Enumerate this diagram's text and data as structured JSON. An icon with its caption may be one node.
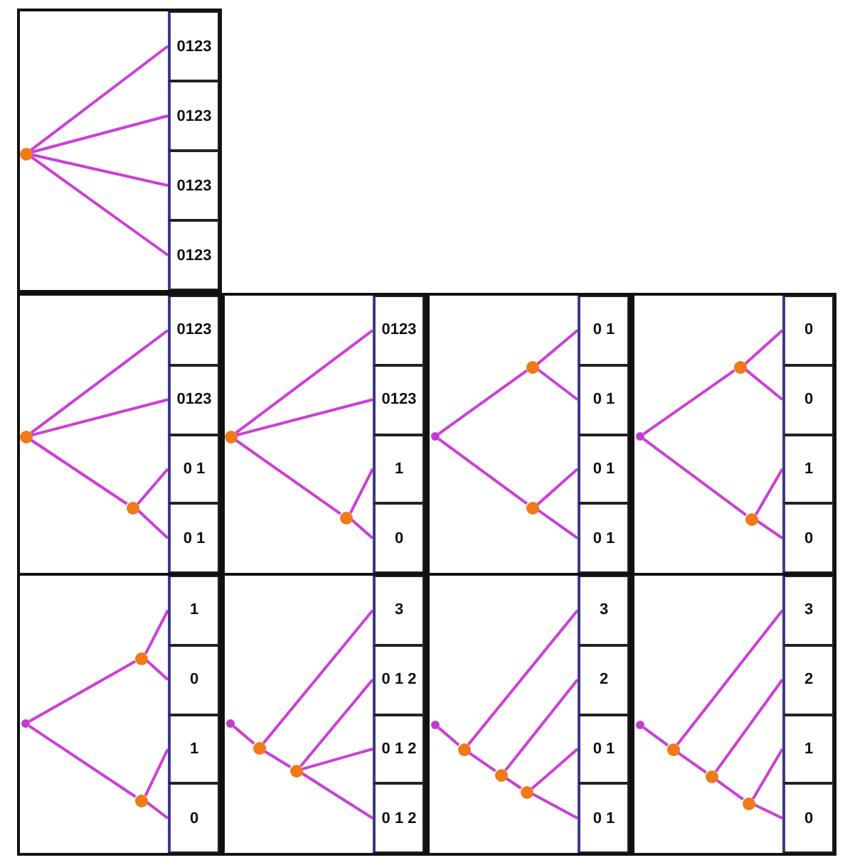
{
  "diagram": {
    "nodes": [
      {
        "text": [],
        "shape": "box"
      },
      {
        "text": [],
        "shape": "circle",
        "in": 0
      },
      {
        "text": [
          "0123"
        ],
        "in": 0
      },
      {
        "text": [
          "0123"
        ],
        "in": 0
      },
      {
        "text": [
          "0123"
        ],
        "in": 0
      },
      {
        "text": [
          "0123"
        ],
        "in": 0
      },
      {
        "text": [],
        "shape": "box"
      },
      {
        "text": [],
        "shape": "circle",
        "in": 6
      },
      {
        "text": [],
        "shape": "circle",
        "in": 6
      },
      {
        "text": [
          "0123"
        ],
        "in": 6
      },
      {
        "text": [
          "0123"
        ],
        "in": 6
      },
      {
        "text": [
          "0 1"
        ],
        "in": 6
      },
      {
        "text": [
          "0 1"
        ],
        "in": 6
      },
      {
        "text": [],
        "shape": "box"
      },
      {
        "text": [],
        "shape": "circle",
        "in": 13
      },
      {
        "text": [],
        "shape": "circle",
        "in": 13
      },
      {
        "text": [
          "0123"
        ],
        "in": 13
      },
      {
        "text": [
          "0123"
        ],
        "in": 13
      },
      {
        "text": [
          "1"
        ],
        "in": 13
      },
      {
        "text": [
          "0"
        ],
        "in": 13
      },
      {
        "text": [],
        "shape": "box"
      },
      {
        "text": [],
        "shape": "circle",
        "in": 20
      },
      {
        "text": [],
        "shape": "circle",
        "in": 20
      },
      {
        "text": [],
        "shape": "circle",
        "in": 20
      },
      {
        "text": [
          "0 1"
        ],
        "in": 20
      },
      {
        "text": [
          "0 1"
        ],
        "in": 20
      },
      {
        "text": [
          "0 1"
        ],
        "in": 20
      },
      {
        "text": [
          "0 1"
        ],
        "in": 20
      },
      {
        "text": [],
        "shape": "box"
      },
      {
        "text": [],
        "shape": "circle",
        "in": 28
      },
      {
        "text": [],
        "shape": "circle",
        "in": 28
      },
      {
        "text": [],
        "shape": "circle",
        "in": 28
      },
      {
        "text": [
          "0"
        ],
        "in": 28
      },
      {
        "text": [
          "0"
        ],
        "in": 28
      },
      {
        "text": [
          "1"
        ],
        "in": 28
      },
      {
        "text": [
          "0"
        ],
        "in": 28
      },
      {
        "text": [],
        "shape": "box"
      },
      {
        "text": [],
        "shape": "circle",
        "in": 36
      },
      {
        "text": [],
        "shape": "circle",
        "in": 36
      },
      {
        "text": [],
        "shape": "circle",
        "in": 36
      },
      {
        "text": [
          "1"
        ],
        "in": 36
      },
      {
        "text": [
          "0"
        ],
        "in": 36
      },
      {
        "text": [
          "1"
        ],
        "in": 36
      },
      {
        "text": [
          "0"
        ],
        "in": 36
      },
      {
        "text": [],
        "shape": "box"
      },
      {
        "text": [],
        "shape": "circle",
        "in": 44
      },
      {
        "text": [],
        "shape": "circle",
        "in": 44
      },
      {
        "text": [],
        "shape": "circle",
        "in": 44
      },
      {
        "text": [
          "3"
        ],
        "in": 44
      },
      {
        "text": [
          "0 1 2"
        ],
        "in": 44
      },
      {
        "text": [
          "0 1 2"
        ],
        "in": 44
      },
      {
        "text": [
          "0 1 2"
        ],
        "in": 44
      },
      {
        "text": [],
        "shape": "box"
      },
      {
        "text": [],
        "shape": "circle",
        "in": 52
      },
      {
        "text": [],
        "shape": "circle",
        "in": 52
      },
      {
        "text": [],
        "shape": "circle",
        "in": 52
      },
      {
        "text": [],
        "shape": "circle",
        "in": 52
      },
      {
        "text": [
          "3"
        ],
        "in": 52
      },
      {
        "text": [
          "2"
        ],
        "in": 52
      },
      {
        "text": [
          "0 1"
        ],
        "in": 52
      },
      {
        "text": [
          "0 1"
        ],
        "in": 52
      },
      {
        "text": [],
        "shape": "box"
      },
      {
        "text": [],
        "shape": "circle",
        "in": 61
      },
      {
        "text": [],
        "shape": "circle",
        "in": 61
      },
      {
        "text": [],
        "shape": "circle",
        "in": 61
      },
      {
        "text": [],
        "shape": "circle",
        "in": 61
      },
      {
        "text": [
          "3"
        ],
        "in": 61
      },
      {
        "text": [
          "2"
        ],
        "in": 61
      },
      {
        "text": [
          "1"
        ],
        "in": 61
      },
      {
        "text": [
          "0"
        ],
        "in": 61
      }
    ],
    "edges": [
      {
        "from": 1,
        "to": 2,
        "arrow": "none"
      },
      {
        "from": 1,
        "to": 3,
        "arrow": "none"
      },
      {
        "from": 1,
        "to": 4,
        "arrow": "none"
      },
      {
        "from": 1,
        "to": 5,
        "arrow": "none"
      },
      {
        "from": 7,
        "to": 9,
        "arrow": "none"
      },
      {
        "from": 7,
        "to": 10,
        "arrow": "none"
      },
      {
        "from": 7,
        "to": 8,
        "arrow": "none"
      },
      {
        "from": 8,
        "to": 11,
        "arrow": "none"
      },
      {
        "from": 8,
        "to": 12,
        "arrow": "none"
      },
      {
        "from": 14,
        "to": 16,
        "arrow": "none"
      },
      {
        "from": 14,
        "to": 17,
        "arrow": "none"
      },
      {
        "from": 14,
        "to": 15,
        "arrow": "none"
      },
      {
        "from": 15,
        "to": 18,
        "arrow": "none"
      },
      {
        "from": 15,
        "to": 19,
        "arrow": "none"
      },
      {
        "from": 21,
        "to": 22,
        "arrow": "none"
      },
      {
        "from": 21,
        "to": 23,
        "arrow": "none"
      },
      {
        "from": 22,
        "to": 24,
        "arrow": "none"
      },
      {
        "from": 22,
        "to": 25,
        "arrow": "none"
      },
      {
        "from": 23,
        "to": 26,
        "arrow": "none"
      },
      {
        "from": 23,
        "to": 27,
        "arrow": "none"
      },
      {
        "from": 29,
        "to": 30,
        "arrow": "none"
      },
      {
        "from": 29,
        "to": 31,
        "arrow": "none"
      },
      {
        "from": 30,
        "to": 32,
        "arrow": "none"
      },
      {
        "from": 30,
        "to": 33,
        "arrow": "none"
      },
      {
        "from": 31,
        "to": 34,
        "arrow": "none"
      },
      {
        "from": 31,
        "to": 35,
        "arrow": "none"
      },
      {
        "from": 37,
        "to": 38,
        "arrow": "none"
      },
      {
        "from": 37,
        "to": 39,
        "arrow": "none"
      },
      {
        "from": 38,
        "to": 40,
        "arrow": "none"
      },
      {
        "from": 38,
        "to": 41,
        "arrow": "none"
      },
      {
        "from": 39,
        "to": 42,
        "arrow": "none"
      },
      {
        "from": 39,
        "to": 43,
        "arrow": "none"
      },
      {
        "from": 45,
        "to": 46,
        "arrow": "none"
      },
      {
        "from": 46,
        "to": 48,
        "arrow": "none"
      },
      {
        "from": 46,
        "to": 47,
        "arrow": "none"
      },
      {
        "from": 47,
        "to": 49,
        "arrow": "none"
      },
      {
        "from": 47,
        "to": 50,
        "arrow": "none"
      },
      {
        "from": 47,
        "to": 51,
        "arrow": "none"
      },
      {
        "from": 53,
        "to": 54,
        "arrow": "none"
      },
      {
        "from": 54,
        "to": 57,
        "arrow": "none"
      },
      {
        "from": 54,
        "to": 55,
        "arrow": "none"
      },
      {
        "from": 55,
        "to": 58,
        "arrow": "none"
      },
      {
        "from": 55,
        "to": 56,
        "arrow": "none"
      },
      {
        "from": 56,
        "to": 59,
        "arrow": "none"
      },
      {
        "from": 56,
        "to": 60,
        "arrow": "none"
      },
      {
        "from": 62,
        "to": 63,
        "arrow": "none"
      },
      {
        "from": 63,
        "to": 66,
        "arrow": "none"
      },
      {
        "from": 63,
        "to": 64,
        "arrow": "none"
      },
      {
        "from": 64,
        "to": 67,
        "arrow": "none"
      },
      {
        "from": 64,
        "to": 65,
        "arrow": "none"
      },
      {
        "from": 65,
        "to": 68,
        "arrow": "none"
      },
      {
        "from": 65,
        "to": 69,
        "arrow": "none"
      }
    ]
  }
}
